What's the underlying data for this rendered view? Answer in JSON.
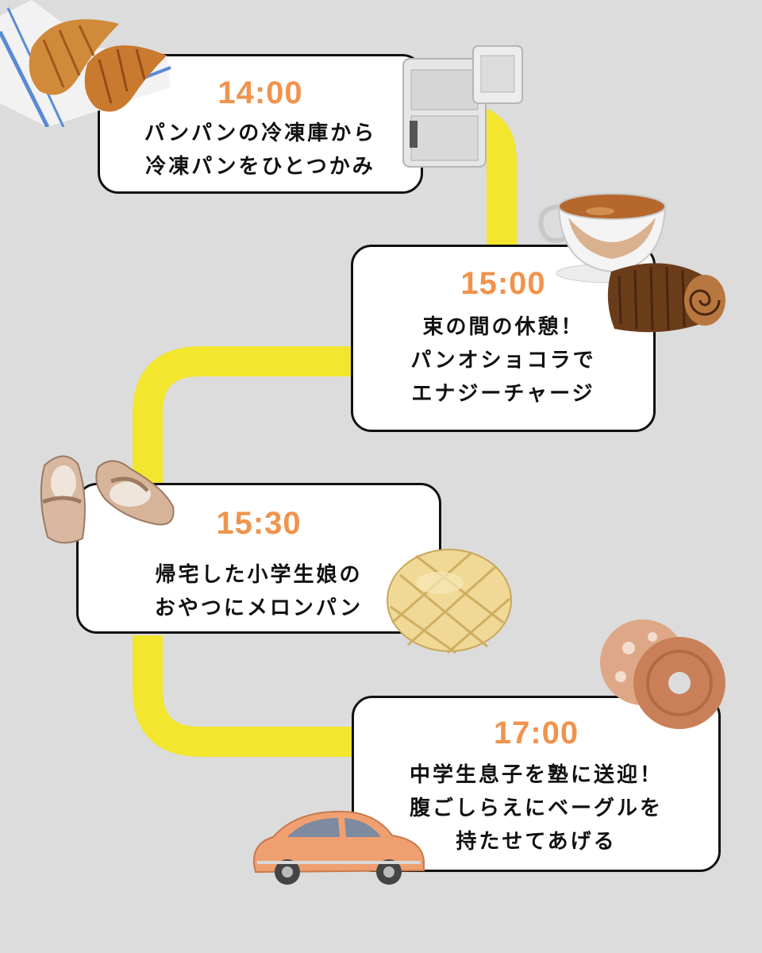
{
  "colors": {
    "background": "#dcdcdc",
    "connector": "#f2e62e",
    "time": "#f0934d",
    "card": "#ffffff",
    "border": "#111111"
  },
  "timeline": [
    {
      "time": "14:00",
      "lines": [
        "パンパンの冷凍庫から",
        "冷凍パンをひとつかみ"
      ],
      "icons": [
        "croissant-icon",
        "freezer-icon"
      ]
    },
    {
      "time": "15:00",
      "lines": [
        "束の間の休憩！",
        "パンオショコラで",
        "エナジーチャージ"
      ],
      "icons": [
        "tea-cup-icon",
        "pain-au-chocolat-icon"
      ]
    },
    {
      "time": "15:30",
      "lines": [
        "帰宅した小学生娘の",
        "おやつにメロンパン"
      ],
      "icons": [
        "shoes-icon",
        "melon-pan-icon"
      ]
    },
    {
      "time": "17:00",
      "lines": [
        "中学生息子を塾に送迎！",
        "腹ごしらえにベーグルを",
        "持たせてあげる"
      ],
      "icons": [
        "bagel-icon",
        "car-icon"
      ]
    }
  ]
}
